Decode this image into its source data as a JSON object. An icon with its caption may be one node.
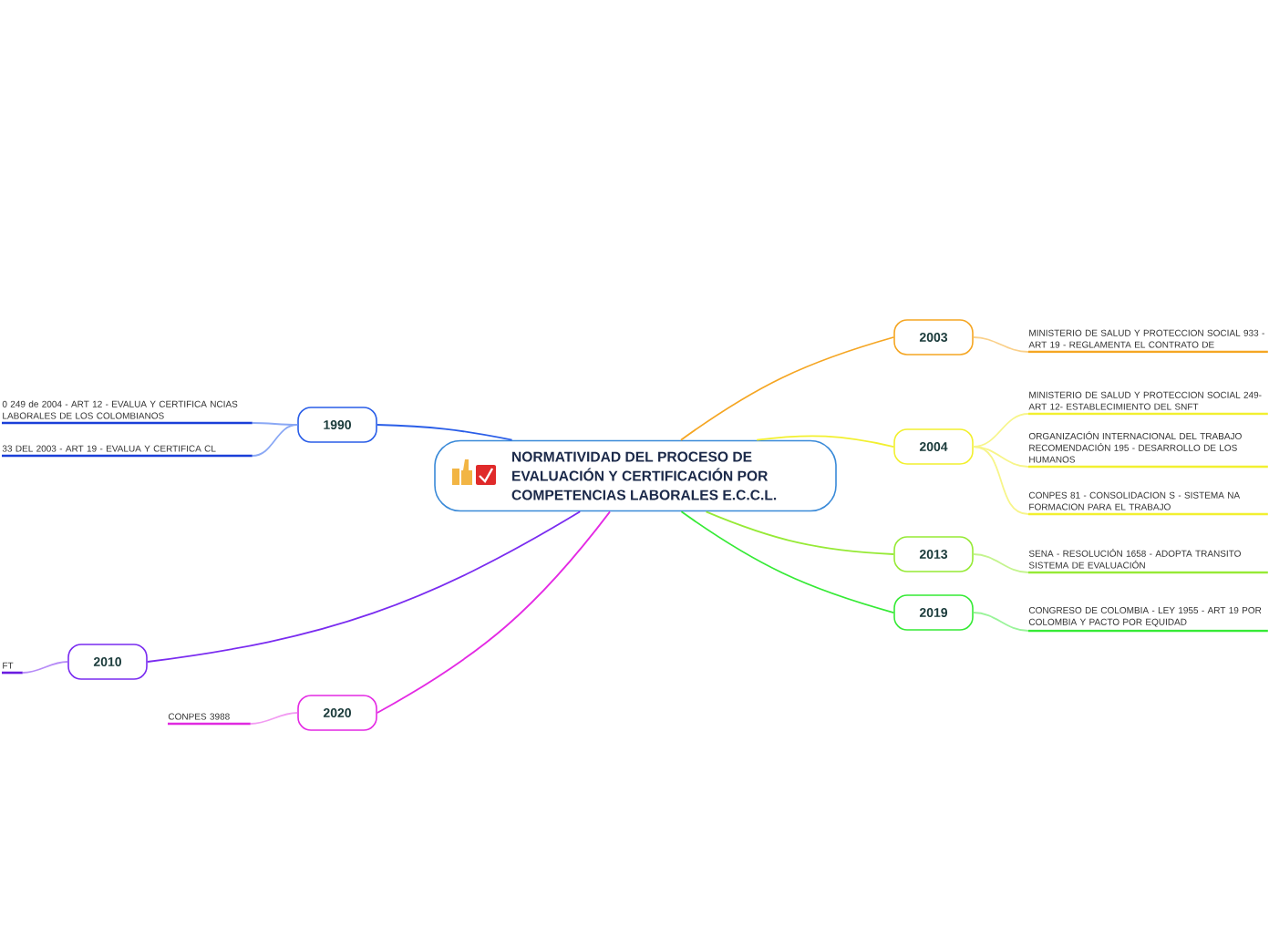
{
  "diagram": {
    "nodes": [
      {
        "text": [
          "NORMATIVIDAD DEL PROCESO DE EVALUACIÓN Y CERTIFICACIÓN POR COMPETENCIAS LABORALES E.C.C.L."
        ]
      },
      {
        "text": [
          "1990"
        ]
      },
      {
        "text": [
          "0 249 de 2004 - ART 12 - EVALUA Y CERTIFICA NCIAS LABORALES DE LOS COLOMBIANOS"
        ]
      },
      {
        "text": [
          "33 DEL 2003 - ART 19 - EVALUA Y CERTIFICA CL"
        ]
      },
      {
        "text": [
          "2010"
        ]
      },
      {
        "text": [
          "FT"
        ]
      },
      {
        "text": [
          "2020"
        ]
      },
      {
        "text": [
          "CONPES 3988"
        ]
      },
      {
        "text": [
          "2003"
        ]
      },
      {
        "text": [
          "MINISTERIO DE SALUD Y PROTECCION SOCIAL 933 - ART 19 - REGLAMENTA EL CONTRATO DE"
        ]
      },
      {
        "text": [
          "2004"
        ]
      },
      {
        "text": [
          "MINISTERIO DE SALUD Y PROTECCION SOCIAL 249- ART 12- ESTABLECIMIENTO DEL SNFT"
        ]
      },
      {
        "text": [
          "ORGANIZACIÓN INTERNACIONAL DEL TRABAJO RECOMENDACIÓN 195 - DESARROLLO DE LOS HUMANOS"
        ]
      },
      {
        "text": [
          "CONPES 81 - CONSOLIDACION S - SISTEMA NA FORMACION PARA EL TRABAJO"
        ]
      },
      {
        "text": [
          "2013"
        ]
      },
      {
        "text": [
          "SENA - RESOLUCIÓN 1658 - ADOPTA TRANSITO SISTEMA DE EVALUACIÓN"
        ]
      },
      {
        "text": [
          "2019"
        ]
      },
      {
        "text": [
          "CONGRESO DE COLOMBIA  - LEY 1955 - ART 19 POR COLOMBIA Y PACTO POR EQUIDAD"
        ]
      }
    ],
    "edges": [
      {
        "from": 0,
        "to": 1,
        "arrow": "none",
        "color": "#2a5ee8"
      },
      {
        "from": 1,
        "to": 2,
        "arrow": "none",
        "color": "#8aa8f5"
      },
      {
        "from": 1,
        "to": 3,
        "arrow": "none",
        "color": "#8aa8f5"
      },
      {
        "from": 0,
        "to": 4,
        "arrow": "none",
        "color": "#7a2cf0"
      },
      {
        "from": 4,
        "to": 5,
        "arrow": "none",
        "color": "#b78cf7"
      },
      {
        "from": 0,
        "to": 6,
        "arrow": "none",
        "color": "#e42ae4"
      },
      {
        "from": 6,
        "to": 7,
        "arrow": "none",
        "color": "#f29cf2"
      },
      {
        "from": 0,
        "to": 8,
        "arrow": "none",
        "color": "#f5a623"
      },
      {
        "from": 8,
        "to": 9,
        "arrow": "none",
        "color": "#fad08a"
      },
      {
        "from": 0,
        "to": 10,
        "arrow": "none",
        "color": "#f2f030"
      },
      {
        "from": 10,
        "to": 11,
        "arrow": "none",
        "color": "#f7f58a"
      },
      {
        "from": 10,
        "to": 12,
        "arrow": "none",
        "color": "#f7f58a"
      },
      {
        "from": 10,
        "to": 13,
        "arrow": "none",
        "color": "#f7f58a"
      },
      {
        "from": 0,
        "to": 14,
        "arrow": "none",
        "color": "#96ea36"
      },
      {
        "from": 14,
        "to": 15,
        "arrow": "none",
        "color": "#c4f48e"
      },
      {
        "from": 0,
        "to": 16,
        "arrow": "none",
        "color": "#36ea36"
      },
      {
        "from": 16,
        "to": 17,
        "arrow": "none",
        "color": "#9af49a"
      }
    ]
  }
}
